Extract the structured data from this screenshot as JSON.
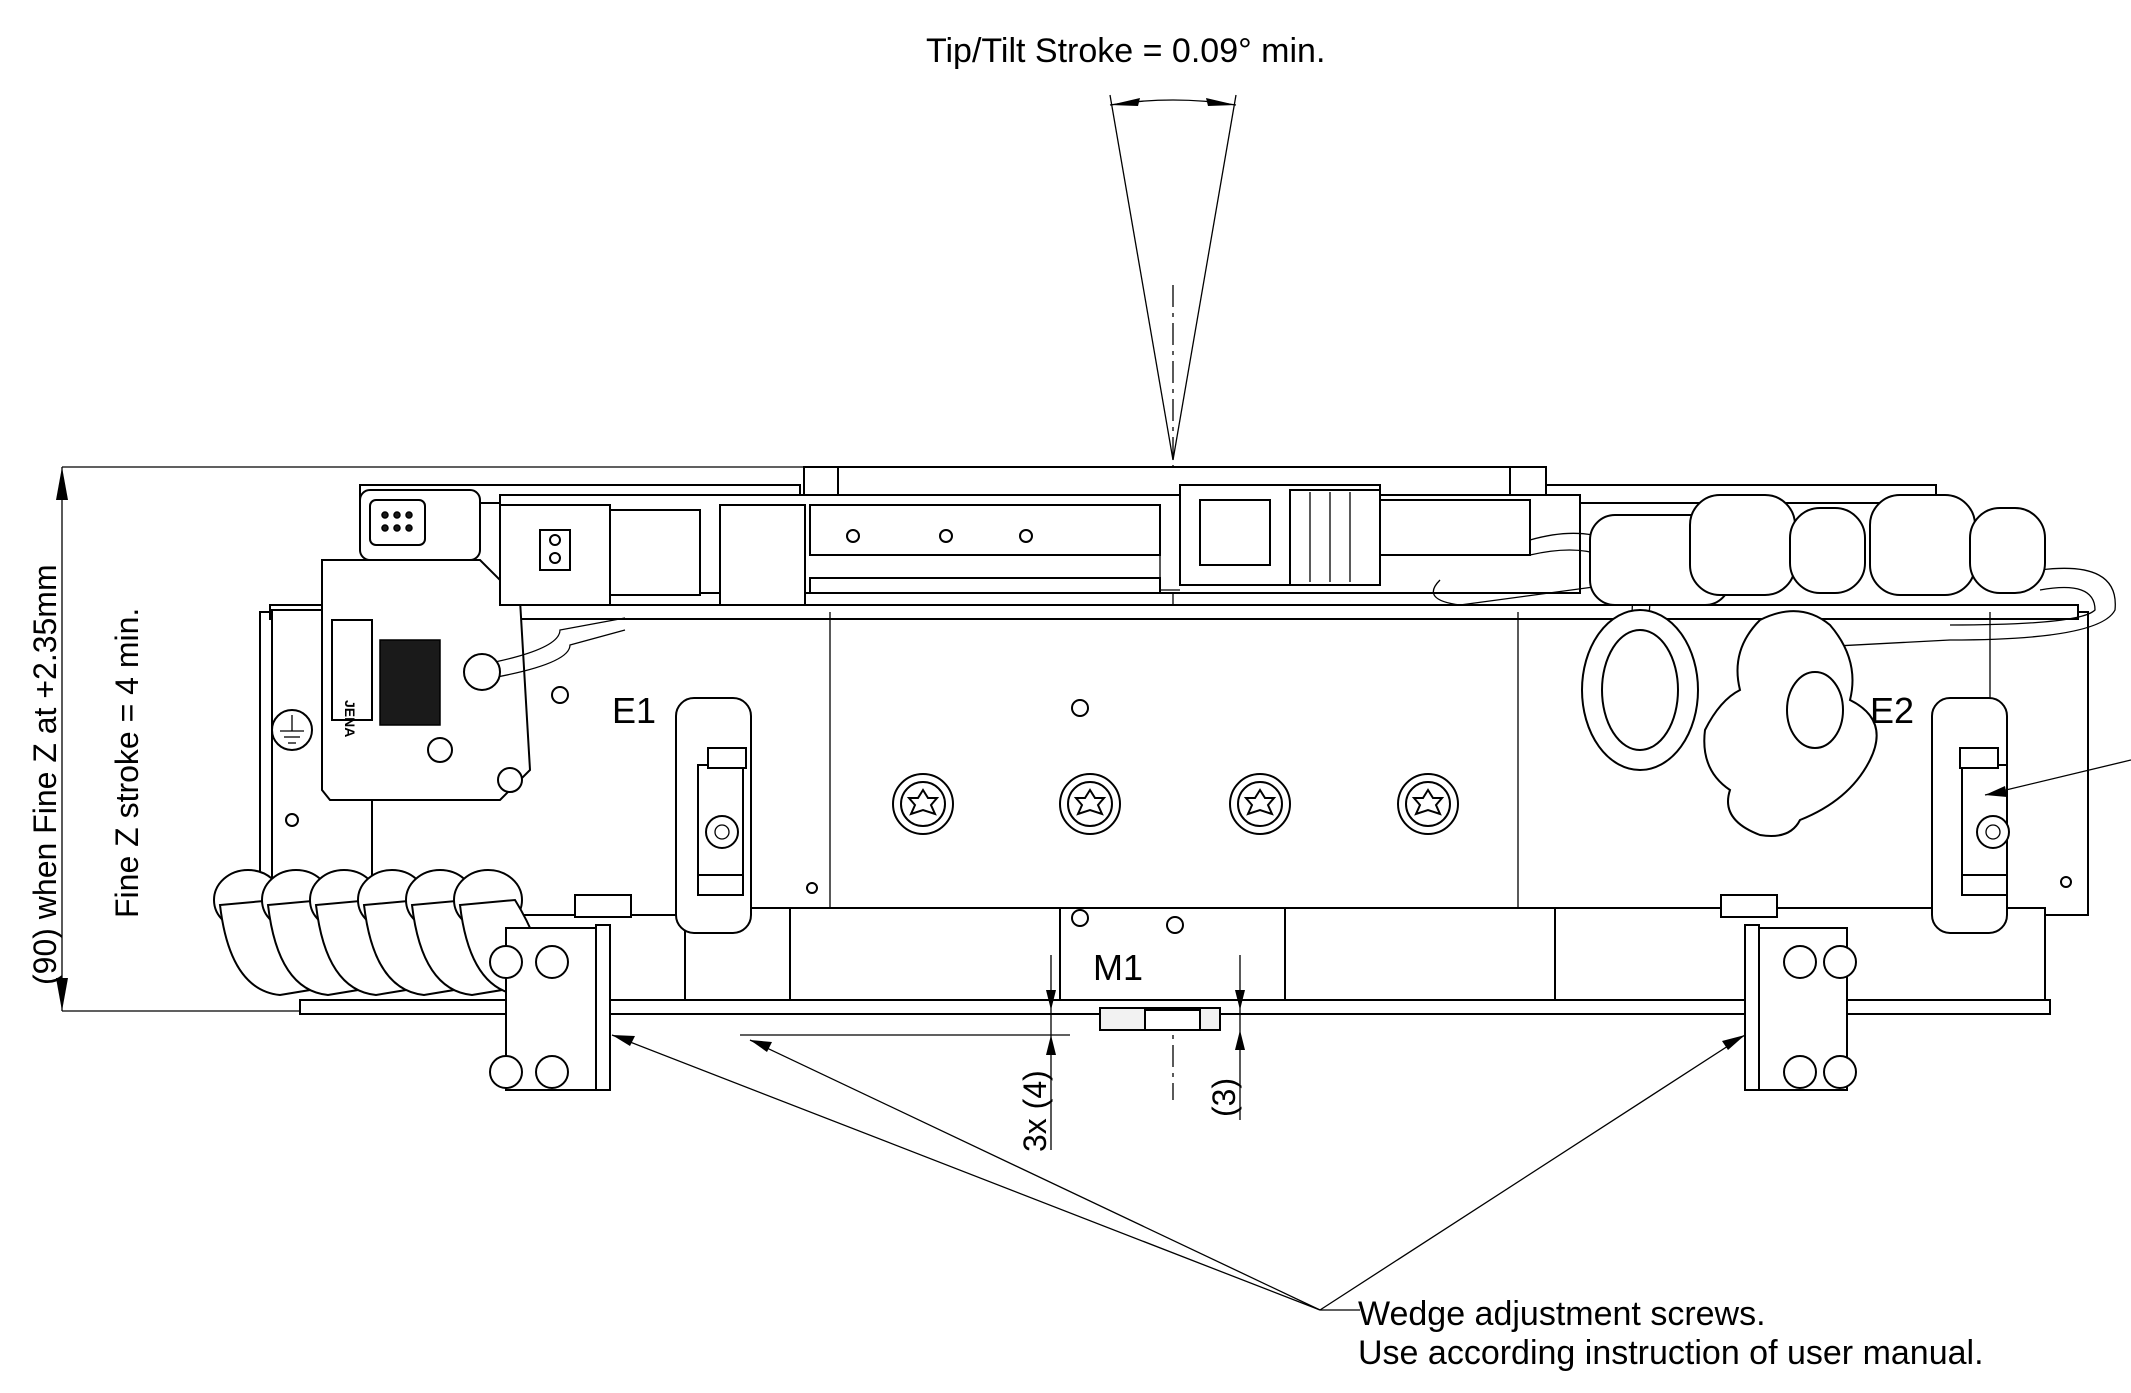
{
  "annotations": {
    "tip_tilt": "Tip/Tilt Stroke = 0.09° min.",
    "height_90": "(90) when Fine Z at +2.35mm",
    "fine_z_stroke": "Fine Z stroke = 4 min.",
    "wedge_line1": "Wedge adjustment screws.",
    "wedge_line2": "Use according instruction of user manual.",
    "dim_3x4": "3x (4)",
    "dim_3": "(3)"
  },
  "labels": {
    "e1": "E1",
    "e2": "E2",
    "m1": "M1",
    "connector_brand": "JENA"
  },
  "icons": {
    "ground": "ground-symbol-icon",
    "torx": "torx-screw-icon",
    "hex": "hex-socket-screw-icon"
  }
}
